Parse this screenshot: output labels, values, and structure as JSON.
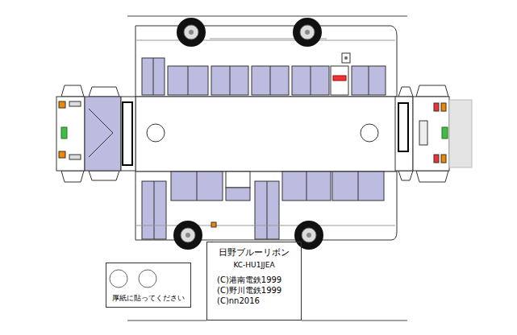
{
  "diagram": {
    "nodes": [
      {
        "text": [
          "日野ブルーリボン",
          "KC-HU1JJEA",
          "(C)港南電鉄1999",
          "(C)野川電鉄1999",
          "(C)nn2016"
        ]
      },
      {
        "text": [
          "厚紙に貼ってください"
        ]
      }
    ]
  }
}
